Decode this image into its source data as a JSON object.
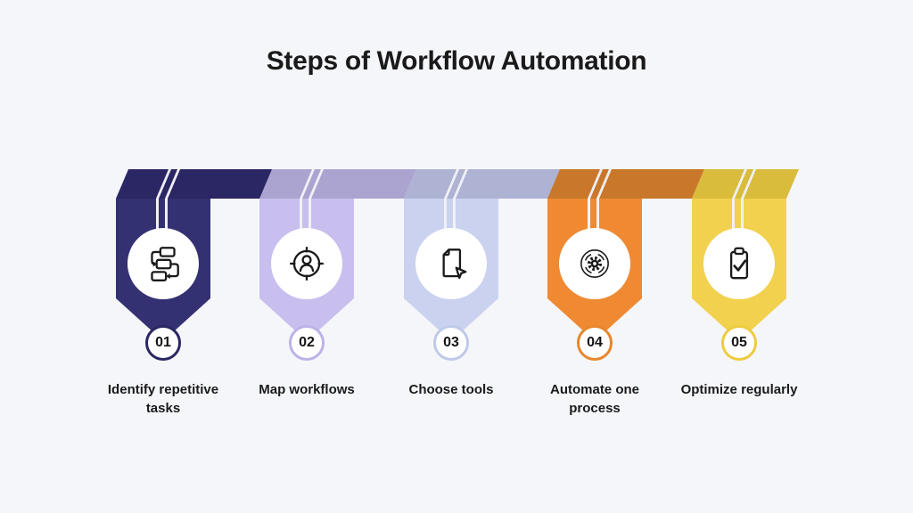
{
  "title": "Steps of Workflow Automation",
  "background_color": "#f5f6fa",
  "text_color": "#1a1a1a",
  "string_color": "#f0f0f7",
  "steps": [
    {
      "number": "01",
      "label": "Identify repetitive tasks",
      "icon": "flowchart-icon",
      "band_color": "#2b2764",
      "body_color": "#343173",
      "ring_color": "#2b2764"
    },
    {
      "number": "02",
      "label": "Map workflows",
      "icon": "user-target-icon",
      "band_color": "#aba4d0",
      "body_color": "#c8bfef",
      "ring_color": "#bdb2e8"
    },
    {
      "number": "03",
      "label": "Choose tools",
      "icon": "document-cursor-icon",
      "band_color": "#aeb3d3",
      "body_color": "#cad2f0",
      "ring_color": "#bfc9ea"
    },
    {
      "number": "04",
      "label": "Automate one process",
      "icon": "gear-sync-icon",
      "band_color": "#c9782b",
      "body_color": "#ef8a33",
      "ring_color": "#e8862c"
    },
    {
      "number": "05",
      "label": "Optimize regularly",
      "icon": "clipboard-check-icon",
      "band_color": "#d9bc3c",
      "body_color": "#f2d14e",
      "ring_color": "#efcb3f"
    }
  ]
}
